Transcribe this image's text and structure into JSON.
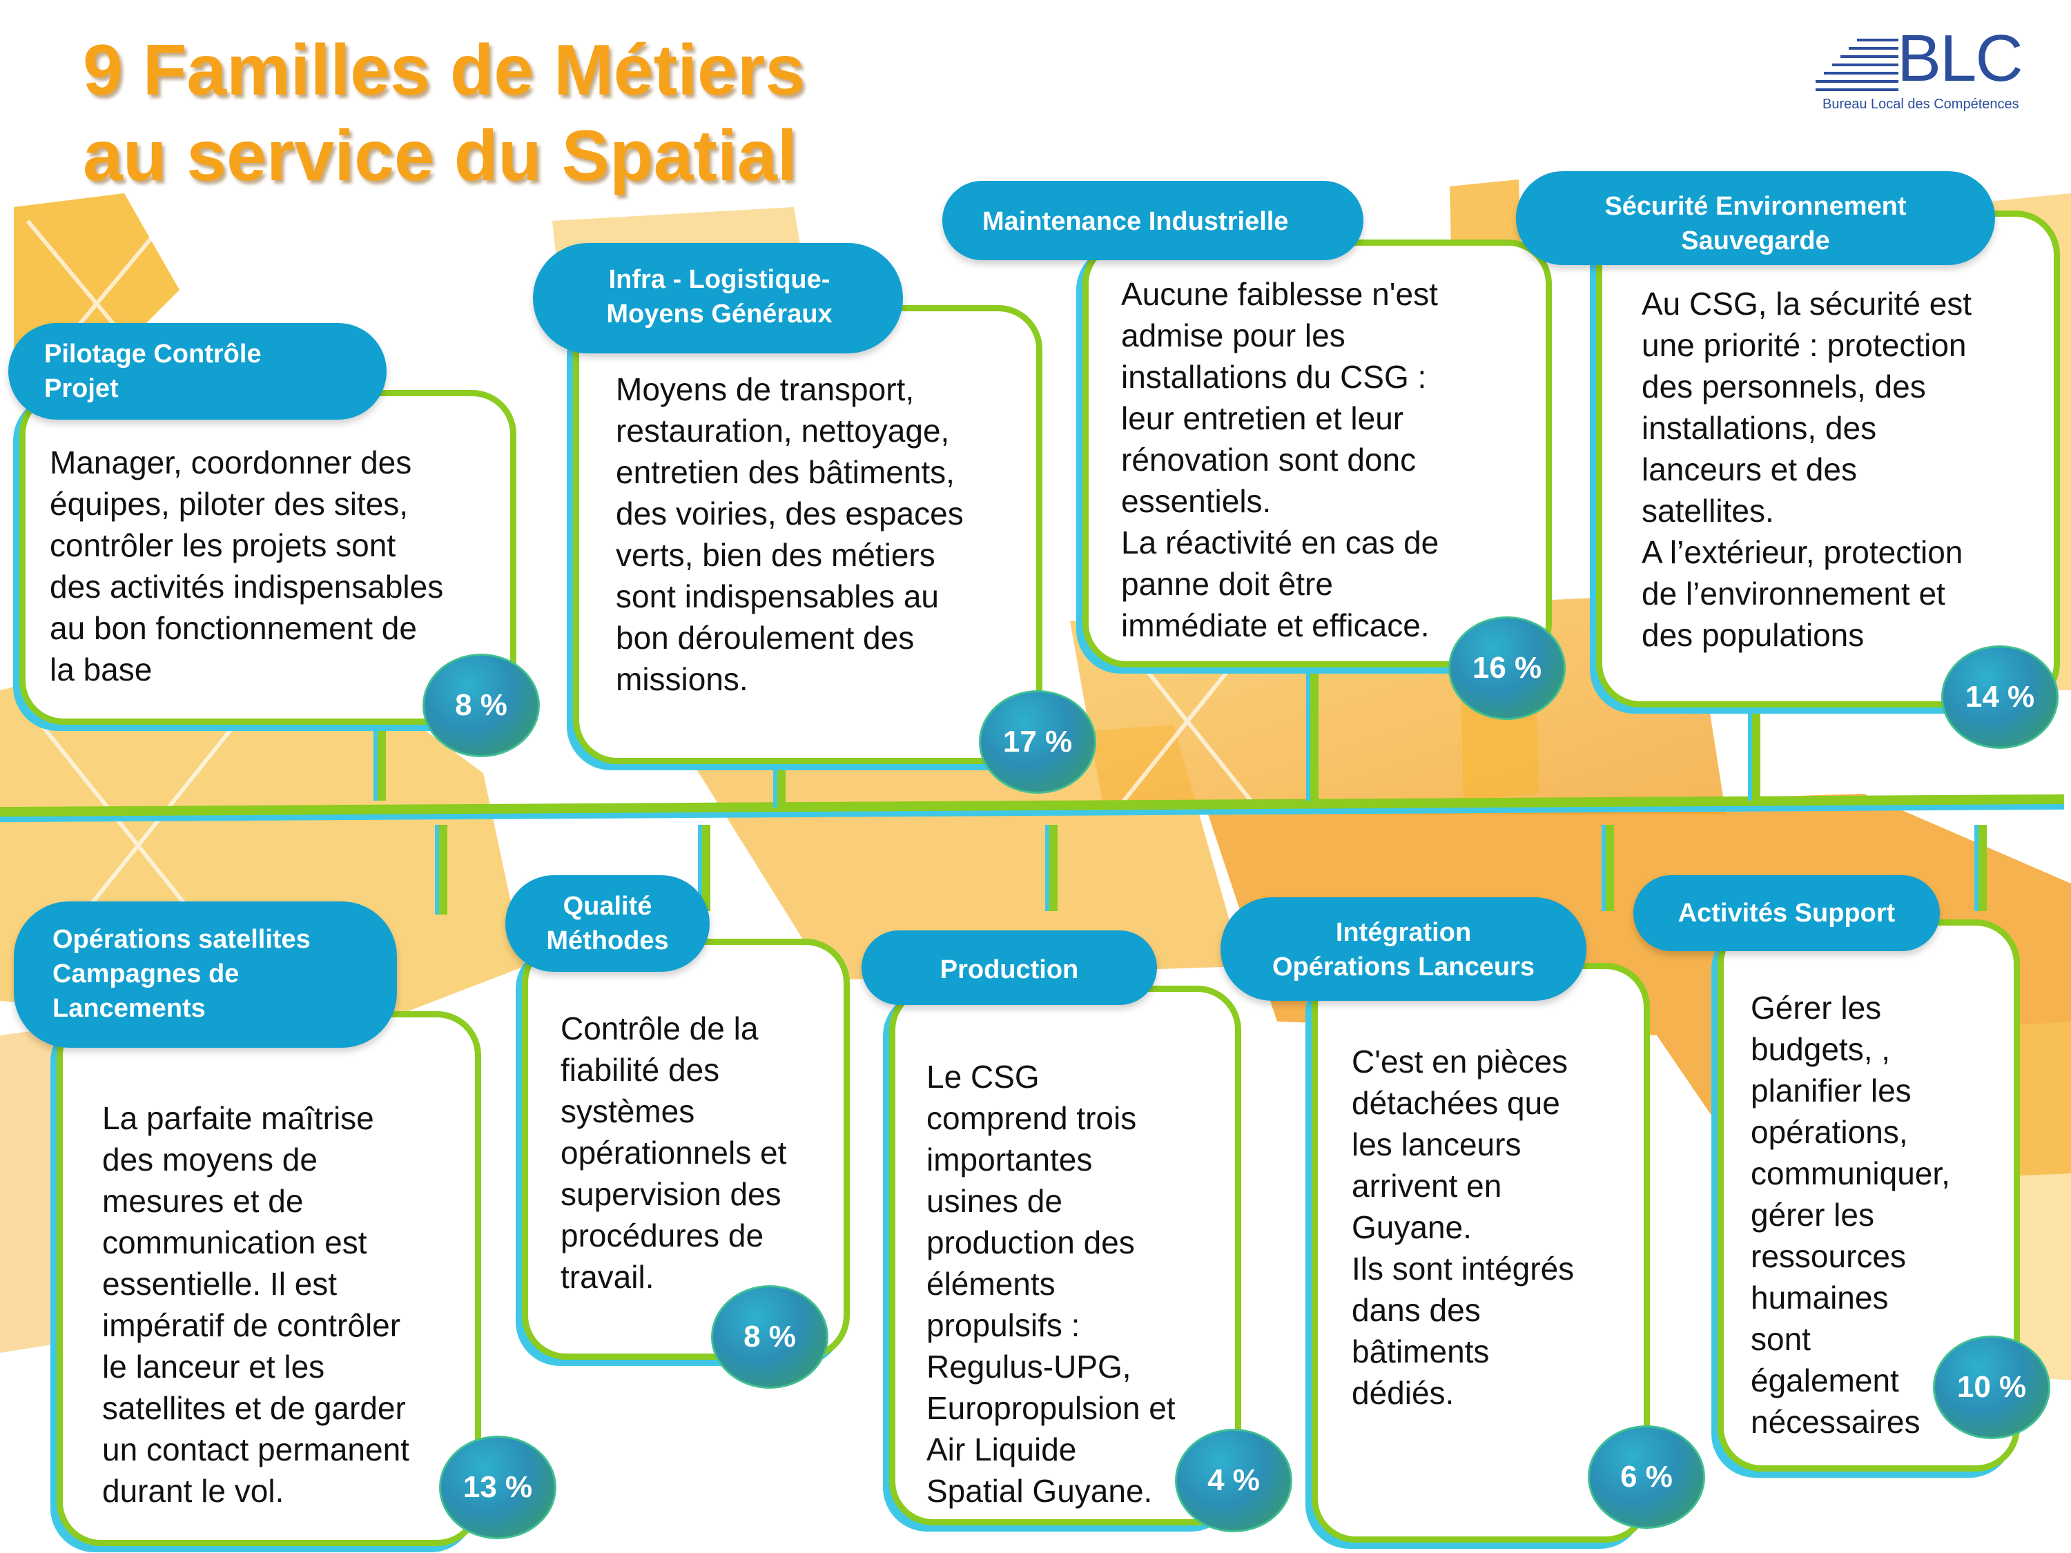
{
  "title": {
    "line1": "9 Familles de Métiers",
    "line2": "au service du Spatial"
  },
  "logo": {
    "name": "BLC",
    "subtitle": "Bureau Local des Compétences"
  },
  "colors": {
    "title": "#f7a21b",
    "pill": "#11a0d0",
    "box_border": "#8ccb1f",
    "box_shadow": "#3fc8e6",
    "background_accent": "#f7b733"
  },
  "families": [
    {
      "name": "Pilotage Contrôle Projet",
      "name_lines": [
        "Pilotage Contrôle",
        "Projet"
      ],
      "description": [
        "Manager, coordonner des",
        "équipes, piloter des sites,",
        "contrôler les projets sont",
        "des activités indispensables",
        "au bon fonctionnement de",
        "la base"
      ],
      "percent": "8 %"
    },
    {
      "name": "Infra - Logistique- Moyens Généraux",
      "name_lines": [
        "Infra - Logistique-",
        "Moyens Généraux"
      ],
      "description": [
        "Moyens de transport,",
        "restauration, nettoyage,",
        "entretien des bâtiments,",
        "des voiries, des espaces",
        "verts, bien des métiers",
        "sont indispensables au",
        "bon déroulement des",
        "missions."
      ],
      "percent": "17 %"
    },
    {
      "name": "Maintenance Industrielle",
      "name_lines": [
        "Maintenance Industrielle"
      ],
      "description": [
        "Aucune faiblesse n'est",
        "admise pour les",
        "installations du CSG :",
        "leur entretien et leur",
        "rénovation sont donc",
        "essentiels.",
        "La réactivité en cas de",
        "panne doit être",
        "immédiate et efficace."
      ],
      "percent": "16 %"
    },
    {
      "name": "Sécurité Environnement Sauvegarde",
      "name_lines": [
        "Sécurité Environnement",
        "Sauvegarde"
      ],
      "description": [
        "Au CSG, la sécurité est",
        "une priorité : protection",
        "des personnels, des",
        "installations, des",
        "lanceurs et des",
        "satellites.",
        "A l’extérieur, protection",
        "de l’environnement et",
        "des populations"
      ],
      "percent": "14 %"
    },
    {
      "name": "Opérations satellites Campagnes de Lancements",
      "name_lines": [
        "Opérations satellites",
        "Campagnes de",
        "Lancements"
      ],
      "description": [
        "La parfaite maîtrise",
        "des moyens de",
        "mesures et de",
        "communication est",
        "essentielle. Il est",
        "impératif de contrôler",
        "le lanceur et les",
        "satellites et de garder",
        "un contact permanent",
        "durant le vol."
      ],
      "percent": "13 %"
    },
    {
      "name": "Qualité Méthodes",
      "name_lines": [
        "Qualité",
        "Méthodes"
      ],
      "description": [
        "Contrôle de la",
        "fiabilité des",
        "systèmes",
        "opérationnels et",
        "supervision des",
        "procédures de",
        "travail."
      ],
      "percent": "8 %"
    },
    {
      "name": "Production",
      "name_lines": [
        "Production"
      ],
      "description": [
        "Le CSG",
        "comprend trois",
        "importantes",
        "usines de",
        "production des",
        "éléments",
        "propulsifs :",
        "Regulus-UPG,",
        "Europropulsion et",
        "Air Liquide",
        "Spatial Guyane."
      ],
      "percent": "4 %"
    },
    {
      "name": "Intégration Opérations Lanceurs",
      "name_lines": [
        "Intégration",
        "Opérations Lanceurs"
      ],
      "description": [
        "C'est en pièces",
        "détachées que",
        "les lanceurs",
        "arrivent en",
        "Guyane.",
        "Ils sont intégrés",
        "dans des",
        "bâtiments",
        "dédiés."
      ],
      "percent": "6 %"
    },
    {
      "name": "Activités Support",
      "name_lines": [
        "Activités Support"
      ],
      "description": [
        "Gérer les",
        "budgets, ,",
        "planifier les",
        "opérations,",
        "communiquer,",
        "gérer les",
        "ressources",
        "humaines",
        "sont",
        "également",
        "nécessaires"
      ],
      "percent": "10 %"
    }
  ]
}
